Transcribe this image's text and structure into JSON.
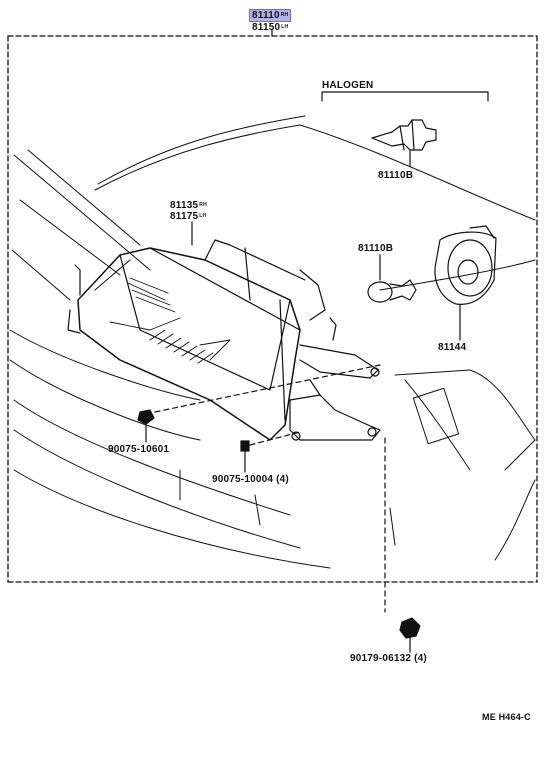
{
  "top_part": {
    "line1": "81110",
    "line1_side": "RH",
    "line2": "81150",
    "line2_side": "LH"
  },
  "halogen": {
    "label": "HALOGEN",
    "bulb_part": "81110B"
  },
  "parts": {
    "housing_rh": "81135",
    "housing_rh_side": "RH",
    "housing_lh": "81175",
    "housing_lh_side": "LH",
    "bulb_part": "81110B",
    "socket_part": "81144",
    "clip_a": "90075-10601",
    "clip_b": "90075-10004 (4)",
    "nut": "90179-06132 (4)"
  },
  "diagram_code": "ME H464-C",
  "highlight_color": "#aeb4e8"
}
